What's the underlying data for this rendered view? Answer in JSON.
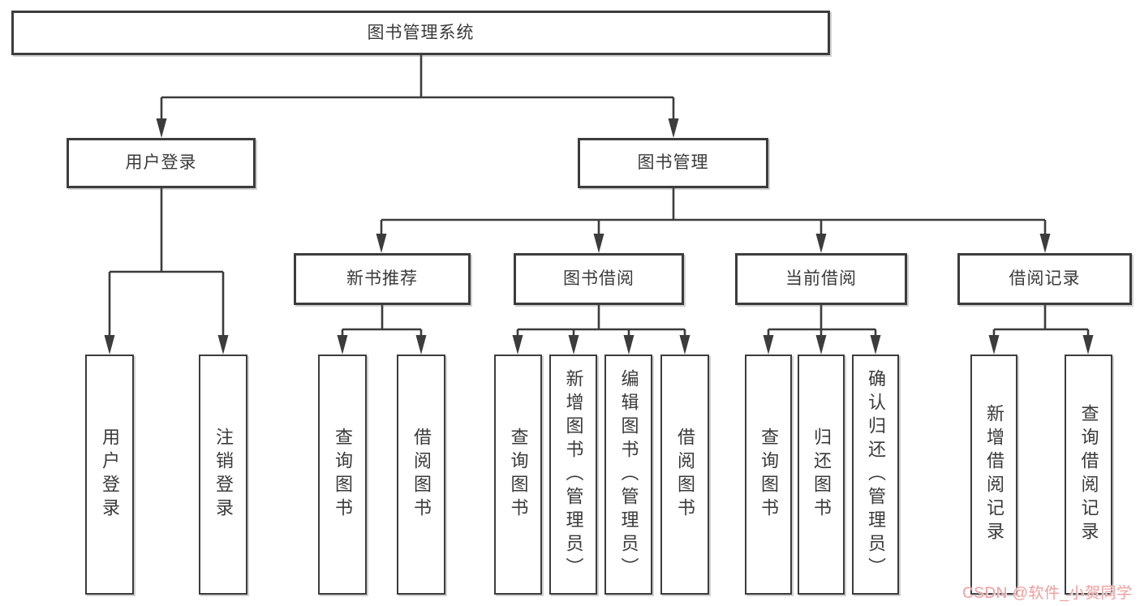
{
  "diagram": {
    "title": "图书管理系统",
    "nodes": [
      {
        "id": "root",
        "label": "图书管理系统",
        "parent": null
      },
      {
        "id": "user-login",
        "label": "用户登录",
        "parent": "root"
      },
      {
        "id": "book-mgmt",
        "label": "图书管理",
        "parent": "root"
      },
      {
        "id": "login-op",
        "label": "用户登录",
        "parent": "user-login"
      },
      {
        "id": "logout",
        "label": "注销登录",
        "parent": "user-login"
      },
      {
        "id": "new-book-rec",
        "label": "新书推荐",
        "parent": "book-mgmt"
      },
      {
        "id": "book-borrow",
        "label": "图书借阅",
        "parent": "book-mgmt"
      },
      {
        "id": "current-borrow",
        "label": "当前借阅",
        "parent": "book-mgmt"
      },
      {
        "id": "borrow-record",
        "label": "借阅记录",
        "parent": "book-mgmt"
      },
      {
        "id": "query-book-1",
        "label": "查询图书",
        "parent": "new-book-rec"
      },
      {
        "id": "borrow-book-1",
        "label": "借阅图书",
        "parent": "new-book-rec"
      },
      {
        "id": "query-book-2",
        "label": "查询图书",
        "parent": "book-borrow"
      },
      {
        "id": "add-book",
        "label": "新增图书（管理员）",
        "parent": "book-borrow"
      },
      {
        "id": "edit-book",
        "label": "编辑图书（管理员）",
        "parent": "book-borrow"
      },
      {
        "id": "borrow-book-2",
        "label": "借阅图书",
        "parent": "book-borrow"
      },
      {
        "id": "query-book-3",
        "label": "查询图书",
        "parent": "current-borrow"
      },
      {
        "id": "return-book",
        "label": "归还图书",
        "parent": "current-borrow"
      },
      {
        "id": "confirm-return",
        "label": "确认归还（管理员）",
        "parent": "current-borrow"
      },
      {
        "id": "add-borrow-record",
        "label": "新增借阅记录",
        "parent": "borrow-record"
      },
      {
        "id": "query-borrow-record",
        "label": "查询借阅记录",
        "parent": "borrow-record"
      }
    ]
  },
  "watermark": {
    "text": "CSDN @软件_小贺同学"
  },
  "colors": {
    "line": "#3c3c3c",
    "box_border": "#3c3c3c",
    "text": "#3a3a3a",
    "watermark": "#f09e9e",
    "background": "#ffffff"
  }
}
